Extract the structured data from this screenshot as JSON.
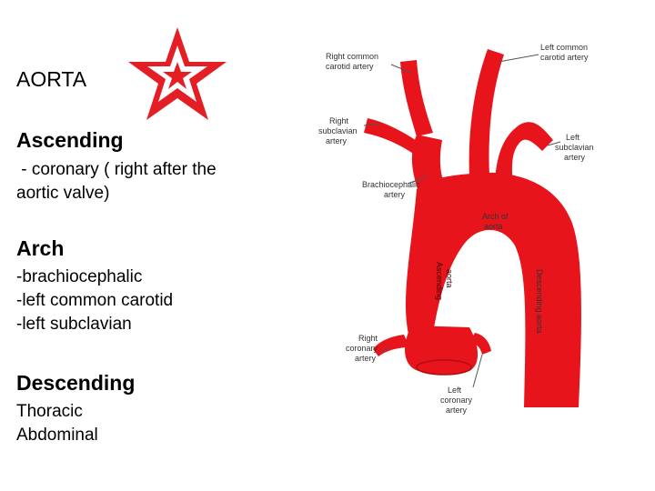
{
  "left_text": {
    "title": "AORTA",
    "ascending_heading": "Ascending",
    "ascending_lines": [
      " - coronary ( right after the",
      "aortic valve)"
    ],
    "arch_heading": "Arch",
    "arch_lines": [
      "-brachiocephalic",
      "-left common carotid",
      "-left subclavian"
    ],
    "descending_heading": "Descending",
    "descending_lines": [
      "Thoracic",
      "Abdominal"
    ]
  },
  "colors": {
    "artery_red": "#e8141b",
    "star_red": "#e31e24",
    "label_gray": "#333333"
  },
  "icons": [
    "star-icon"
  ],
  "diagram": {
    "labels": {
      "right_common_carotid": [
        "Right common",
        "carotid artery"
      ],
      "left_common_carotid": [
        "Left common",
        "carotid artery"
      ],
      "right_subclavian": [
        "Right",
        "subclavian",
        "artery"
      ],
      "left_subclavian": [
        "Left",
        "subclavian",
        "artery"
      ],
      "brachiocephalic": [
        "Brachiocephalic",
        "artery"
      ],
      "arch": [
        "Arch of",
        "aorta"
      ],
      "ascending": [
        "Ascending",
        "aorta"
      ],
      "descending": "Descending aorta",
      "right_coronary": [
        "Right",
        "coronary",
        "artery"
      ],
      "left_coronary": [
        "Left",
        "coronary",
        "artery"
      ]
    }
  }
}
